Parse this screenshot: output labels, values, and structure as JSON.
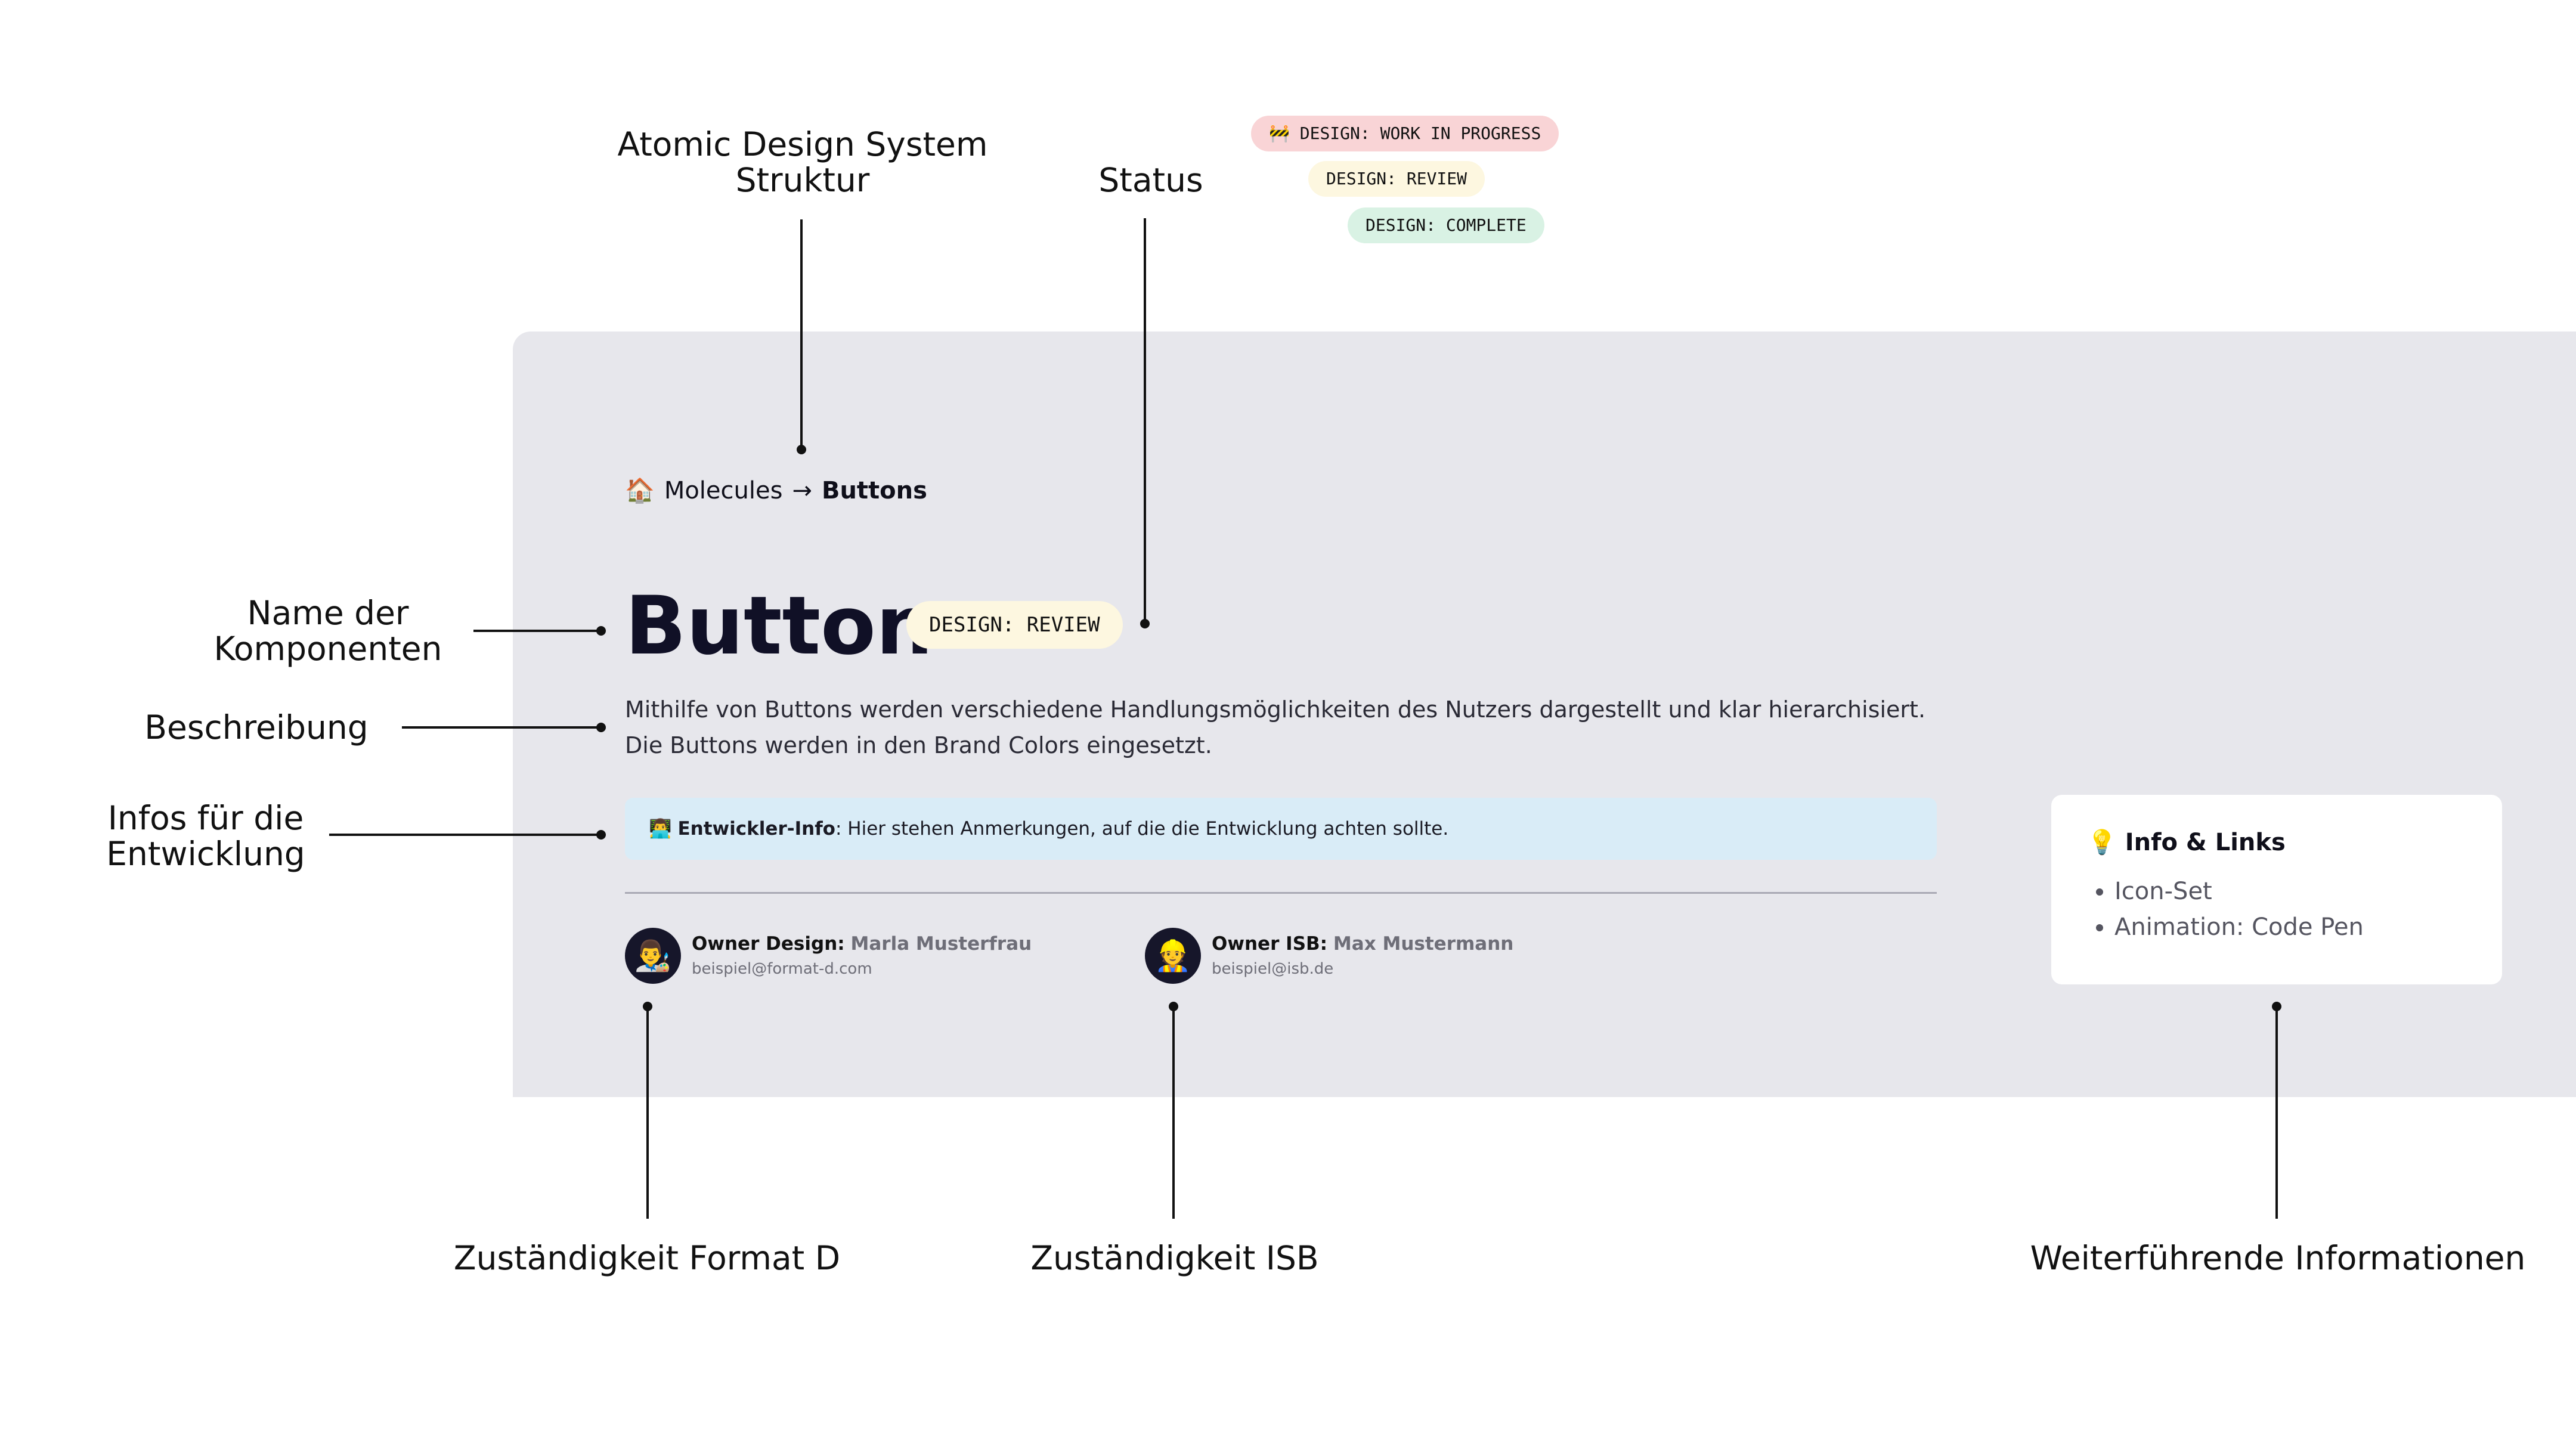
{
  "annotations": {
    "structure": [
      "Atomic Design System",
      "Struktur"
    ],
    "status": "Status",
    "name": [
      "Name der",
      "Komponenten"
    ],
    "description": "Beschreibung",
    "dev_info": [
      "Infos für die",
      "Entwicklung"
    ],
    "owner_format_d": "Zuständigkeit Format D",
    "owner_isb": "Zuständigkeit ISB",
    "further_info": "Weiterführende Informationen"
  },
  "status_legend": {
    "wip_icon": "🚧",
    "wip": "DESIGN: WORK IN PROGRESS",
    "review": "DESIGN: REVIEW",
    "complete": "DESIGN: COMPLETE"
  },
  "breadcrumb": {
    "icon": "🏠",
    "parent": "Molecules",
    "separator": "→",
    "current": "Buttons"
  },
  "component": {
    "title": "Button",
    "status": "DESIGN: REVIEW",
    "description": [
      "Mithilfe von Buttons werden verschiedene Handlungsmöglichkeiten des Nutzers dargestellt und klar hierarchisiert.",
      "Die Buttons werden in den Brand Colors eingesetzt."
    ],
    "dev_info": {
      "icon": "👨‍💻",
      "label": "Entwickler-Info",
      "text": ": Hier stehen Anmerkungen, auf die die Entwicklung achten sollte."
    }
  },
  "owners": [
    {
      "icon": "👨‍🎨",
      "role": "Owner Design:",
      "name": "Marla Musterfrau",
      "email": "beispiel@format-d.com"
    },
    {
      "icon": "👷",
      "role": "Owner ISB:",
      "name": "Max Mustermann",
      "email": "beispiel@isb.de"
    }
  ],
  "info_links": {
    "icon": "💡",
    "title": "Info & Links",
    "items": [
      "Icon-Set",
      "Animation: Code Pen"
    ]
  }
}
